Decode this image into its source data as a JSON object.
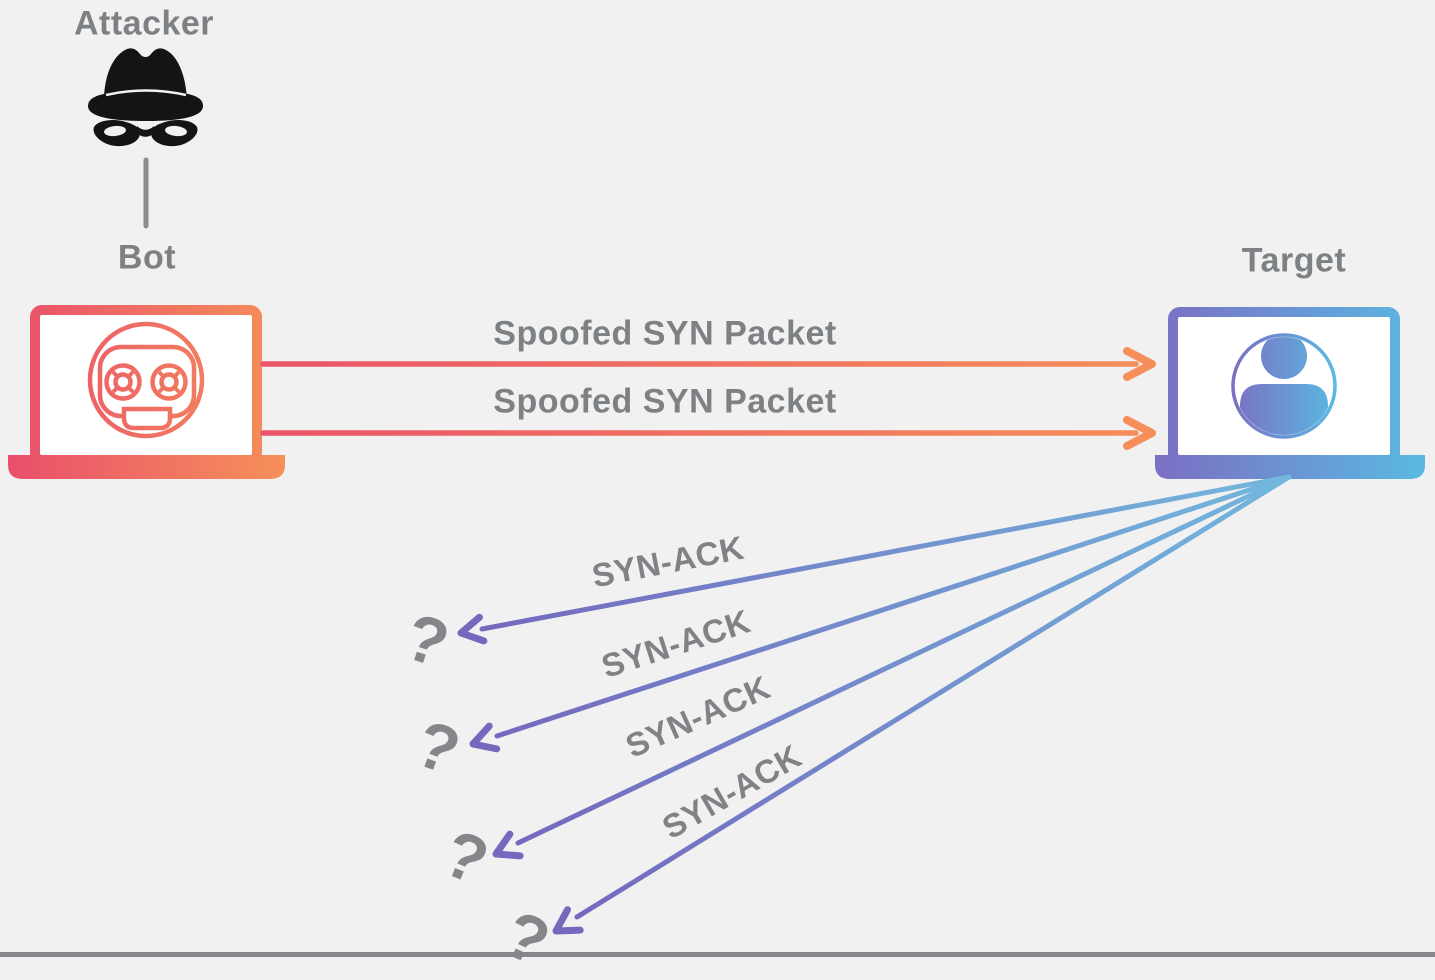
{
  "diagram": {
    "title_implied": "SYN flood attack diagram",
    "attacker": {
      "label": "Attacker"
    },
    "bot": {
      "label": "Bot"
    },
    "target": {
      "label": "Target"
    },
    "syn_packets": [
      {
        "label": "Spoofed SYN Packet"
      },
      {
        "label": "Spoofed SYN Packet"
      }
    ],
    "syn_acks": [
      {
        "label": "SYN-ACK"
      },
      {
        "label": "SYN-ACK"
      },
      {
        "label": "SYN-ACK"
      },
      {
        "label": "SYN-ACK"
      }
    ],
    "question_marks": [
      {
        "symbol": "?"
      },
      {
        "symbol": "?"
      },
      {
        "symbol": "?"
      },
      {
        "symbol": "?"
      }
    ],
    "icons": [
      {
        "name": "spy-incognito-icon",
        "color": "#111111"
      },
      {
        "name": "bot-laptop-icon",
        "gradient": [
          "#e94f6b",
          "#f6905a"
        ]
      },
      {
        "name": "target-laptop-icon",
        "gradient": [
          "#7b6fc3",
          "#5ab9e2"
        ]
      },
      {
        "name": "person-icon",
        "gradient": [
          "#7b6fc3",
          "#5ab9e2"
        ]
      }
    ],
    "colors": {
      "background": "#f1f1f2",
      "text_gray": "#7e8184",
      "orange_arrow_start": "#ea5468",
      "orange_arrow_end": "#f68e59",
      "synack_line_blue": "#72b8dd",
      "synack_line_purple": "#7566bd",
      "bottom_line_gray": "#85878a"
    }
  }
}
